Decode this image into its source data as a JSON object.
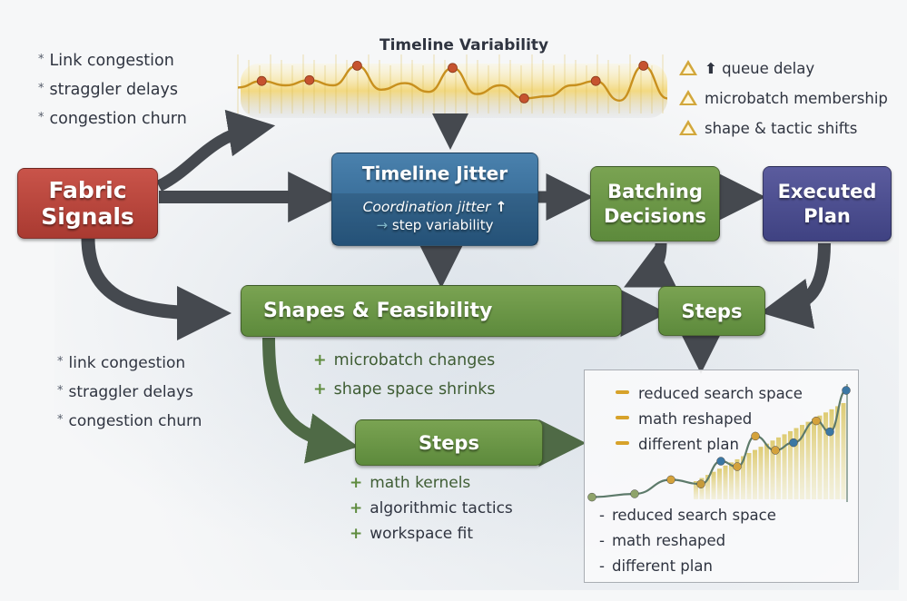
{
  "title_top": "Timeline Variability",
  "left_top_bullets": {
    "marker": "*",
    "items": [
      "Link congestion",
      "straggler delays",
      "congestion churn"
    ]
  },
  "left_bottom_bullets": {
    "marker": "*",
    "items": [
      "link congestion",
      "straggler delays",
      "congestion churn"
    ]
  },
  "warnings": {
    "icon": "warning-triangle-icon",
    "items": [
      "queue delay",
      "microbatch membership",
      "shape & tactic shifts"
    ],
    "first_prefix_icon": "up-arrow-icon"
  },
  "nodes": {
    "fabric_signals": {
      "line1": "Fabric",
      "line2": "Signals",
      "color": "#b8463d"
    },
    "timeline_jitter": {
      "title": "Timeline Jitter",
      "sub1": "Coordination  jitter",
      "sub1_icon": "↑",
      "sub2": "step variability",
      "sub2_icon": "→",
      "color": "#3a6f9a"
    },
    "batching_decisions": {
      "line1": "Batching",
      "line2": "Decisions",
      "color": "#6b9647"
    },
    "executed_plan": {
      "line1": "Executed",
      "line2": "Plan",
      "color": "#4d4f90"
    },
    "shapes_feasibility": {
      "title": "Shapes & Feasibility",
      "color": "#6b9647"
    },
    "steps_right": {
      "title": "Steps",
      "color": "#6b9647"
    },
    "steps_bottom": {
      "title": "Steps",
      "color": "#6b9647"
    }
  },
  "shapes_bullets": {
    "marker": "+",
    "items": [
      "microbatch changes",
      "shape space shrinks"
    ]
  },
  "steps_bullets": {
    "marker": "+",
    "items": [
      "math kernels",
      "algorithmic tactics",
      "workspace fit"
    ]
  },
  "result_panel": {
    "legend": [
      "reduced search space",
      "math reshaped",
      "different plan"
    ],
    "footer": [
      "reduced search space",
      "math reshaped",
      "different plan"
    ],
    "footer_marker": "-",
    "trend_points": [
      0.02,
      0.05,
      0.18,
      0.14,
      0.35,
      0.3,
      0.58,
      0.45,
      0.52,
      0.72,
      0.62,
      1.0
    ],
    "point_colors": [
      "#8fa36a",
      "#8fa36a",
      "#d4a23c",
      "#c69a3a",
      "#3b77a3",
      "#d4a23c",
      "#d4a23c",
      "#d4a23c",
      "#3b77a3",
      "#d4a23c",
      "#3b77a3",
      "#3b77a3"
    ]
  },
  "timeline_wave": {
    "points": [
      0.45,
      0.6,
      0.5,
      0.62,
      0.5,
      0.95,
      0.4,
      0.55,
      0.35,
      0.9,
      0.3,
      0.5,
      0.2,
      0.25,
      0.5,
      0.6,
      0.15,
      0.95,
      0.2
    ],
    "marker_indices": [
      1,
      3,
      5,
      9,
      12,
      15,
      17
    ],
    "marker_color": "#c6532f"
  }
}
